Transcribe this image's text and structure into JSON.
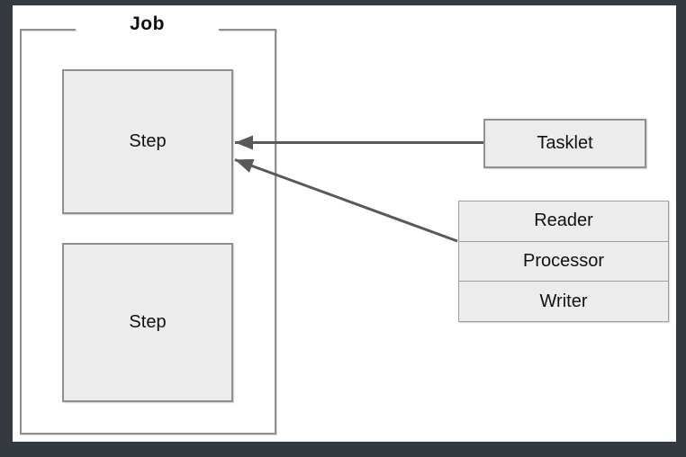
{
  "diagram": {
    "job": {
      "label": "Job"
    },
    "steps": [
      {
        "label": "Step"
      },
      {
        "label": "Step"
      }
    ],
    "tasklet": {
      "label": "Tasklet"
    },
    "chunk_stack": {
      "rows": [
        {
          "label": "Reader"
        },
        {
          "label": "Processor"
        },
        {
          "label": "Writer"
        }
      ]
    },
    "arrows": [
      {
        "from": "Tasklet",
        "to": "Step"
      },
      {
        "from": "Reader/Processor/Writer",
        "to": "Step"
      }
    ],
    "colors": {
      "frame_background": "#343a40",
      "canvas_background": "#ffffff",
      "box_fill": "#ececec",
      "box_border": "#8f8f8f",
      "stack_border": "#9e9e9e",
      "arrow": "#595959",
      "text": "#111111"
    }
  }
}
